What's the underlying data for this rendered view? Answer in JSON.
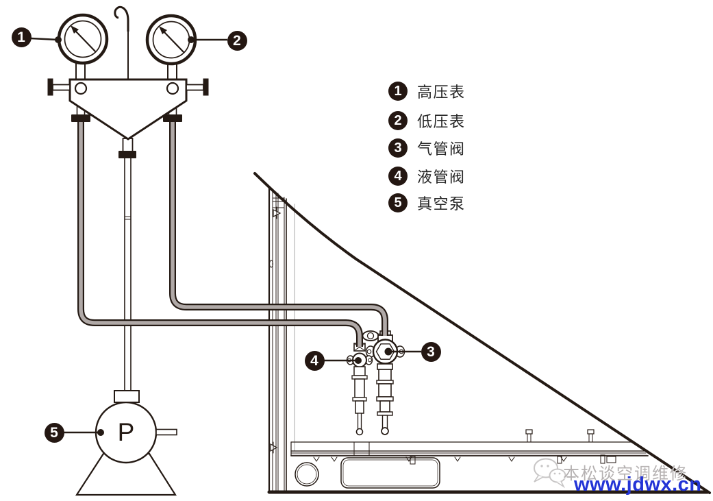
{
  "legend": {
    "items": [
      {
        "num": "1",
        "label": "高压表"
      },
      {
        "num": "2",
        "label": "低压表"
      },
      {
        "num": "3",
        "label": "气管阀"
      },
      {
        "num": "4",
        "label": "液管阀"
      },
      {
        "num": "5",
        "label": "真空泵"
      }
    ]
  },
  "figure": {
    "pump_letter": "P"
  },
  "watermark": {
    "brand": "本松谈空调维修",
    "url": "www.jdwx.cn"
  },
  "colors": {
    "line": "#241a14",
    "hose_fill": "#b0a9a7",
    "badge_fill": "#241712",
    "url_blue": "#2334d6",
    "watermark_gray": "#b5b1b1",
    "structure_gray": "#c6c6c6"
  }
}
